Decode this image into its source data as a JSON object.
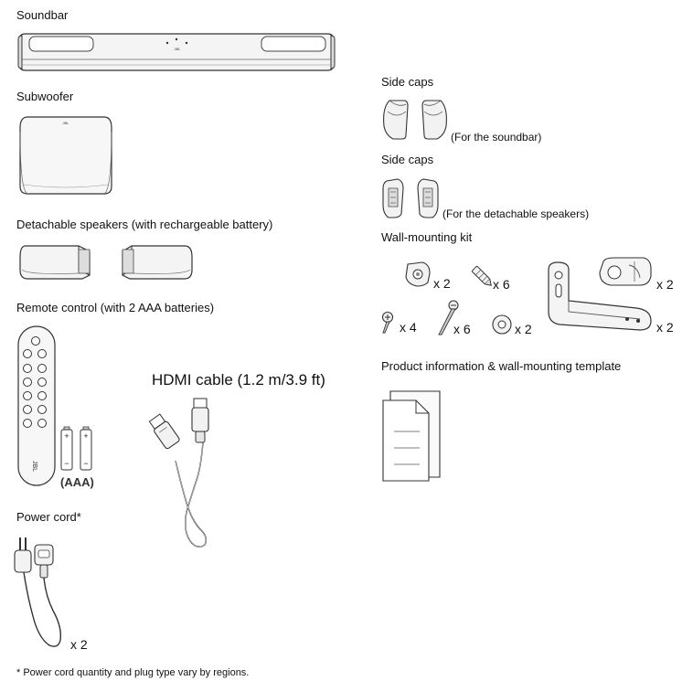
{
  "items": {
    "soundbar": "Soundbar",
    "subwoofer": "Subwoofer",
    "detachable_speakers": "Detachable speakers (with rechargeable battery)",
    "remote_control": "Remote control (with 2 AAA batteries)",
    "hdmi_cable": "HDMI cable (1.2 m/3.9 ft)",
    "power_cord": "Power cord*",
    "side_caps_1": "Side caps",
    "side_caps_1_note": "(For the soundbar)",
    "side_caps_2": "Side caps",
    "side_caps_2_note": "(For the detachable speakers)",
    "wall_mounting_kit": "Wall-mounting kit",
    "product_info": "Product information & wall-mounting template"
  },
  "labels": {
    "battery_type": "(AAA)",
    "logo": "JBL",
    "plus": "+",
    "minus": "−"
  },
  "quantities": {
    "anchor": "x 2",
    "dowel": "x 6",
    "bracket_top": "x 2",
    "screw": "x 4",
    "long_screw": "x 6",
    "washer": "x 2",
    "bracket_bottom": "x 2",
    "power_cord": "x 2"
  },
  "footnote": "* Power cord quantity and plug type vary by regions."
}
